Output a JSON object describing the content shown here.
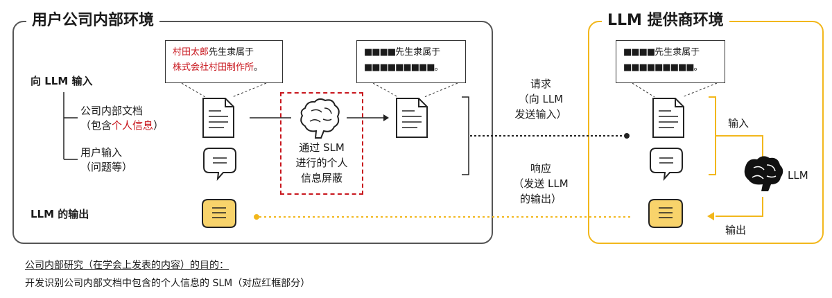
{
  "user_env": {
    "title": "用户公司内部环境"
  },
  "llm_env": {
    "title": "LLM 提供商环境"
  },
  "labels": {
    "input_to_llm": "向 LLM 输入",
    "doc_line1": "公司内部文档",
    "doc_line2_a": "（包含",
    "doc_line2_b": "个人信息",
    "doc_line2_c": "）",
    "user_input_line1": "用户输入",
    "user_input_line2": "（问题等）",
    "llm_output": "LLM 的输出"
  },
  "callouts": {
    "original": {
      "red1": "村田太郎",
      "black1": "先生隶属于",
      "red2": "株式会社村田制作所",
      "black2": "。"
    },
    "masked": {
      "mask1": "■■■■",
      "text1": "先生隶属于",
      "mask2": "■■■■■■■■■",
      "text2": "。"
    },
    "provider": {
      "mask1": "■■■■",
      "text1": "先生隶属于",
      "mask2": "■■■■■■■■■",
      "text2": "。"
    }
  },
  "slm": {
    "line1": "通过 SLM",
    "line2": "进行的个人",
    "line3": "信息屏蔽"
  },
  "flow": {
    "request_1": "请求",
    "request_2": "（向 LLM",
    "request_3": "发送输入）",
    "response_1": "响应",
    "response_2": "（发送 LLM",
    "response_3": "的输出）",
    "input": "输入",
    "output": "输出",
    "llm": "LLM"
  },
  "footer": {
    "line1": "公司内部研究（在学会上发表的内容）的目的：",
    "line2": "开发识别公司内部文档中包含的个人信息的 SLM（对应红框部分）"
  },
  "colors": {
    "accent_yellow": "#f2b71c",
    "mask_red": "#c8161d",
    "chat_yellow": "#f8d36b",
    "frame_gray": "#555555"
  },
  "icons": [
    "document-icon",
    "chat-icon",
    "brain-icon",
    "brain-filled-icon"
  ]
}
